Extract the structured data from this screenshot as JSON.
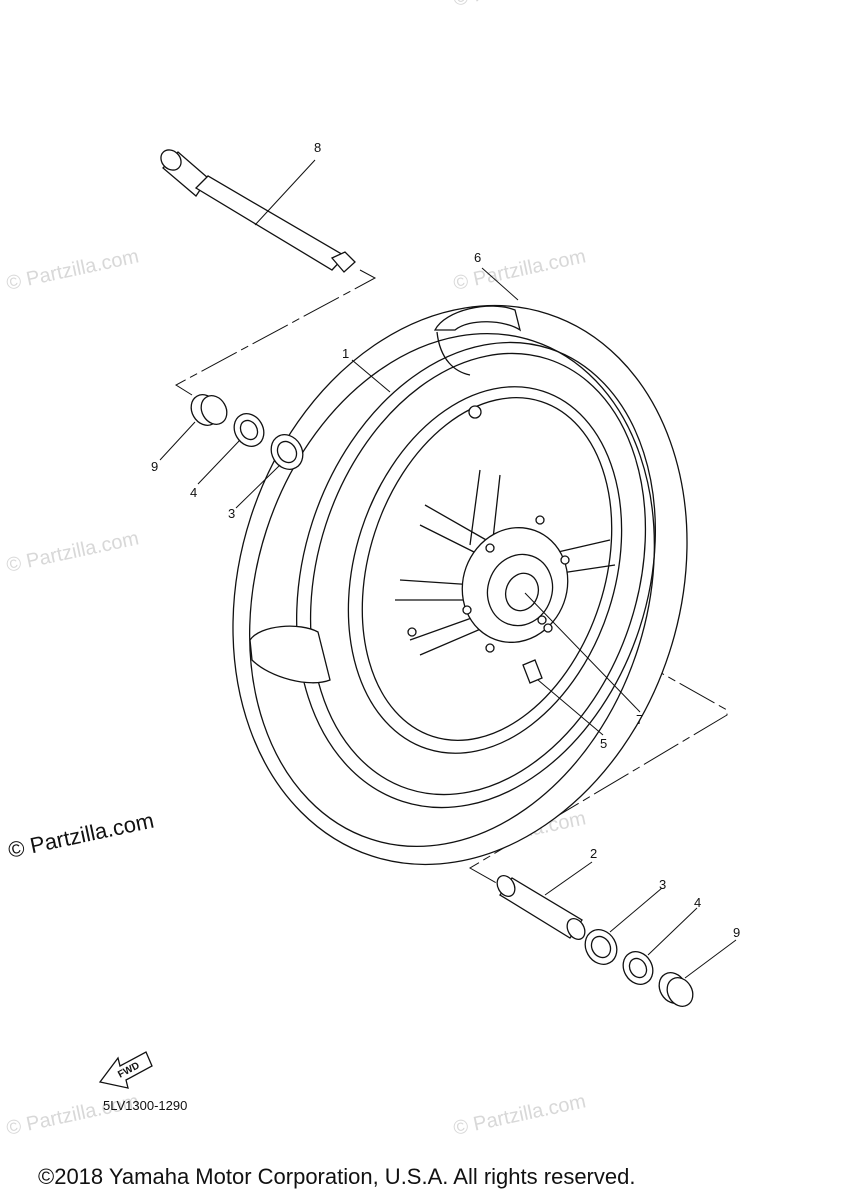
{
  "watermark": {
    "text": "© Partzilla.com",
    "prominent_text": "© Partzilla.com"
  },
  "callouts": {
    "part_1": "1",
    "part_2": "2",
    "part_3_left": "3",
    "part_3_right": "3",
    "part_4_left": "4",
    "part_4_right": "4",
    "part_5": "5",
    "part_6": "6",
    "part_7": "7",
    "part_8": "8",
    "part_9_left": "9",
    "part_9_right": "9"
  },
  "fwd_label": "FWD",
  "diagram_code": "5LV1300-1290",
  "copyright": "©2018 Yamaha Motor Corporation, U.S.A. All rights reserved."
}
